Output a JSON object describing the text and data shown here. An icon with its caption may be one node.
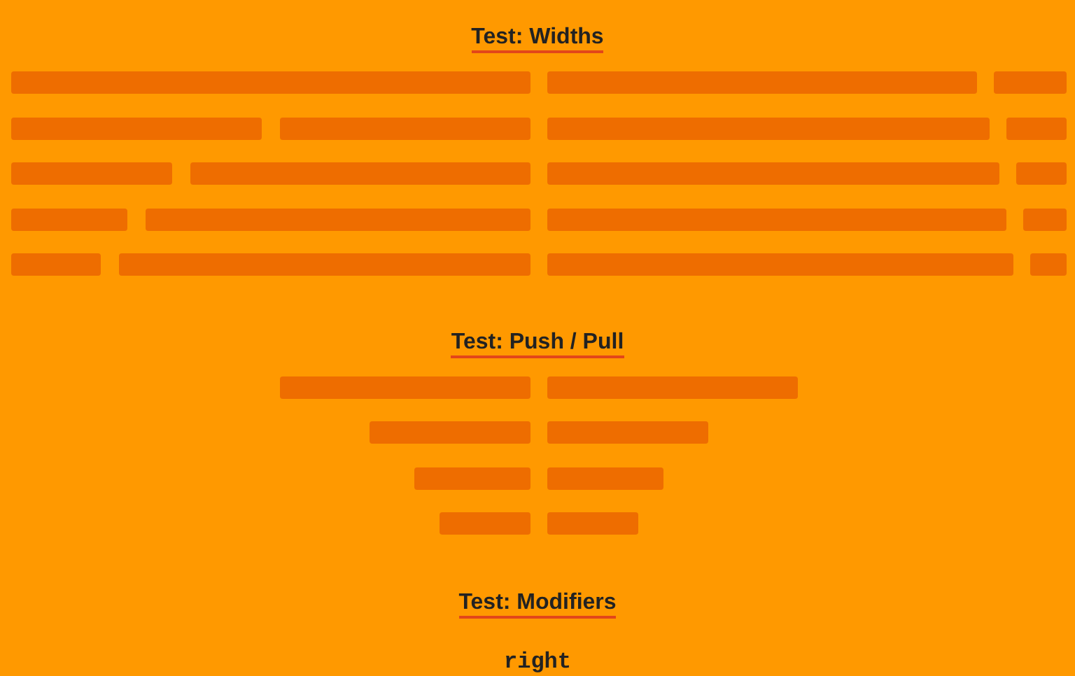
{
  "diagram": {
    "nodes": [
      {
        "text": [],
        "shape": "bar"
      },
      {
        "text": [],
        "shape": "bar"
      },
      {
        "text": [],
        "shape": "bar"
      },
      {
        "text": [],
        "shape": "bar"
      },
      {
        "text": [],
        "shape": "bar"
      },
      {
        "text": [],
        "shape": "bar"
      },
      {
        "text": [],
        "shape": "bar"
      },
      {
        "text": [],
        "shape": "bar"
      },
      {
        "text": [],
        "shape": "bar"
      },
      {
        "text": [],
        "shape": "bar"
      },
      {
        "text": [],
        "shape": "bar"
      },
      {
        "text": [],
        "shape": "bar"
      },
      {
        "text": [],
        "shape": "bar"
      },
      {
        "text": [],
        "shape": "bar"
      },
      {
        "text": [],
        "shape": "bar"
      },
      {
        "text": [],
        "shape": "bar"
      },
      {
        "text": [],
        "shape": "bar"
      },
      {
        "text": [],
        "shape": "bar"
      },
      {
        "text": [],
        "shape": "bar"
      },
      {
        "text": [],
        "shape": "bar"
      },
      {
        "text": [],
        "shape": "bar"
      },
      {
        "text": [],
        "shape": "bar"
      },
      {
        "text": [],
        "shape": "bar"
      },
      {
        "text": [],
        "shape": "bar"
      },
      {
        "text": [],
        "shape": "bar"
      },
      {
        "text": [],
        "shape": "bar"
      },
      {
        "text": [],
        "shape": "bar"
      }
    ],
    "labels": [
      "Test: Widths",
      "Test: Push / Pull",
      "Test: Modifiers",
      "right"
    ]
  }
}
